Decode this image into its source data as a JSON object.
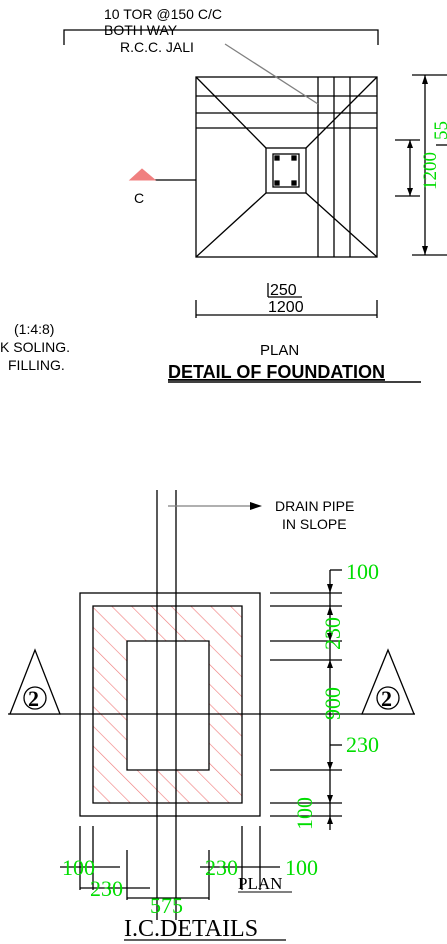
{
  "colors": {
    "line": "#000000",
    "dimension_text": "#00dd00",
    "section_marker_fill": "#f08080",
    "hatch": "#f08080",
    "leader": "#808080"
  },
  "foundation": {
    "rebar_note_line1": "10 TOR @150 C/C",
    "rebar_note_line2": "BOTH WAY",
    "jali_label": "R.C.C. JALI",
    "section_label": "C",
    "dim_height_right": "1200",
    "dim_height_right_partial": "55",
    "dim_inner": "250",
    "dim_width": "1200",
    "plan_label": "PLAN",
    "title": "DETAIL OF FOUNDATION",
    "notes_line1": "(1:4:8)",
    "notes_line2": "K SOLING.",
    "notes_line3": "FILLING."
  },
  "ic": {
    "drain_line1": "DRAIN PIPE",
    "drain_line2": "IN SLOPE",
    "dim_top": "100",
    "dim_230_a": "230",
    "dim_900": "900",
    "dim_230_b": "230",
    "dim_100_right": "100",
    "section_number": "2",
    "dim_bottom_100_left": "100",
    "dim_bottom_230_left": "230",
    "dim_bottom_575": "575",
    "dim_bottom_230_right": "230",
    "dim_bottom_100_right": "100",
    "plan_label": "PLAN",
    "title": "I.C.DETAILS"
  }
}
